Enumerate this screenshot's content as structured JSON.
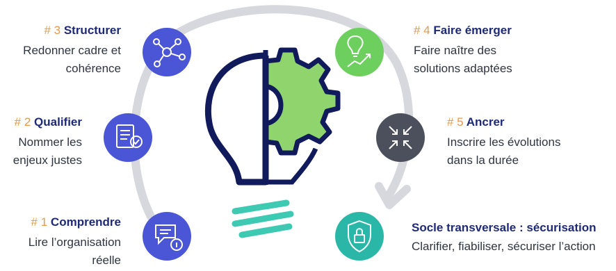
{
  "steps": [
    {
      "num": "# 3",
      "title": "Structurer",
      "desc_lines": [
        "Redonner cadre et",
        "cohérence"
      ],
      "icon": "network-nodes-icon",
      "color": "#4a56d6"
    },
    {
      "num": "# 2",
      "title": "Qualifier",
      "desc_lines": [
        "Nommer les",
        "enjeux justes"
      ],
      "icon": "document-check-icon",
      "color": "#4a56d6"
    },
    {
      "num": "# 1",
      "title": "Comprendre",
      "desc_lines": [
        "Lire l’organisation",
        "réelle"
      ],
      "icon": "chat-info-icon",
      "color": "#4a56d6"
    },
    {
      "num": "# 4",
      "title": "Faire émerger",
      "desc_lines": [
        "Faire naître des",
        "solutions adaptées"
      ],
      "icon": "lightbulb-growth-icon",
      "color": "#6ccf5e"
    },
    {
      "num": "# 5",
      "title": "Ancrer",
      "desc_lines": [
        "Inscrire les évolutions",
        "dans la durée"
      ],
      "icon": "arrows-inward-icon",
      "color": "#4b505c"
    }
  ],
  "base": {
    "title": "Socle transversale : sécurisation",
    "desc": "Clarifier, fiabiliser, sécuriser l’action",
    "icon": "shield-lock-icon",
    "color": "#2bb7a7"
  },
  "colors": {
    "number": "#e39a4c",
    "title": "#1e2a78",
    "gear": "#8fd46c",
    "bulb_outline": "#111a5a",
    "bars": "#3ec9b3",
    "arc": "#d6d8de"
  }
}
